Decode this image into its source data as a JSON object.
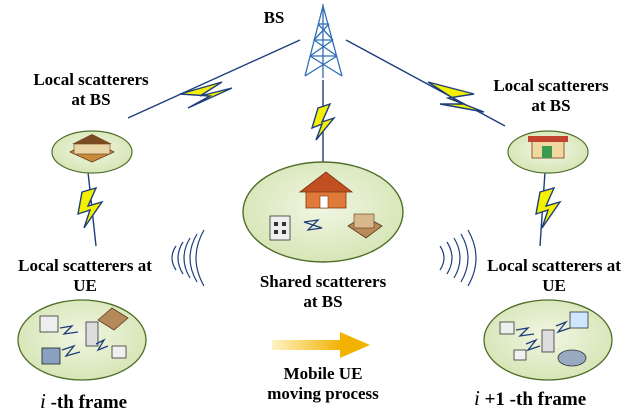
{
  "labels": {
    "bs": "BS",
    "left_top": "Local scatterers\nat BS",
    "right_top": "Local scatterers\nat BS",
    "left_mid": "Local scatterers at\nUE",
    "right_mid": "Local scatterers at\nUE",
    "center": "Shared scatterers\nat BS",
    "moving": "Mobile UE\nmoving process",
    "frame_left_var": "i",
    "frame_left_rest": " -th frame",
    "frame_right_var": "i",
    "frame_right_rest": " +1 -th frame"
  },
  "colors": {
    "ellipse_fill": "#e2edc8",
    "ellipse_stroke": "#4f6f2a",
    "bolt_fill": "#f4f000",
    "bolt_stroke": "#1f3f78",
    "arrow": "#f5c830",
    "tower": "#2f6db5",
    "link": "#1d3e7a"
  },
  "icons": [
    "tower-icon",
    "lightning-bolt-icon",
    "house-icon",
    "building-icon",
    "wireless-wave-icon",
    "arrow-right-icon"
  ]
}
